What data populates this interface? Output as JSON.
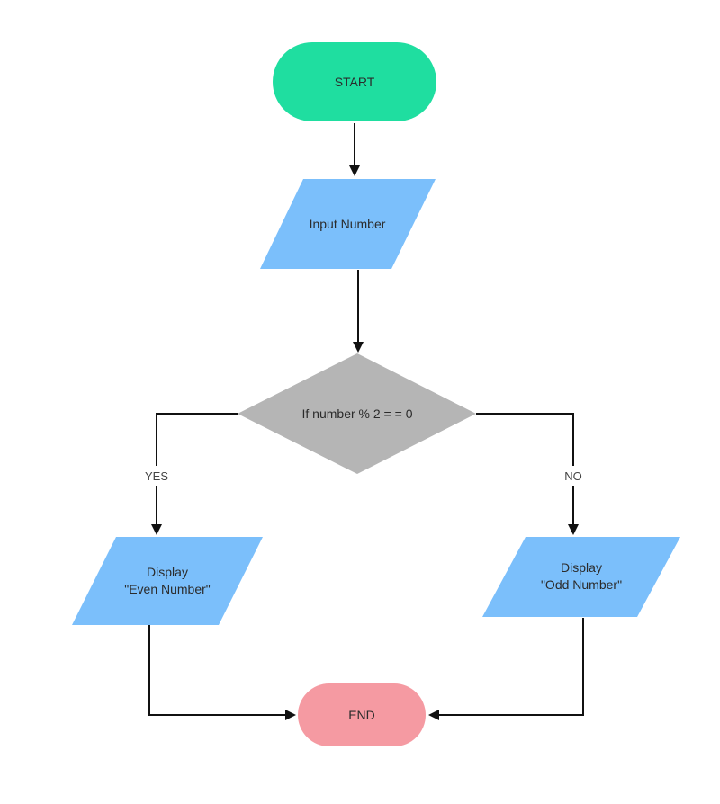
{
  "diagram": {
    "nodes": {
      "start": {
        "label": "START",
        "shape": "terminator",
        "color": "#1FDEA0"
      },
      "input": {
        "label": "Input Number",
        "shape": "parallelogram",
        "color": "#7BBFFB"
      },
      "decision": {
        "label": "If number % 2 = = 0",
        "shape": "diamond",
        "color": "#B5B5B5"
      },
      "display_even": {
        "line1": "Display",
        "line2": "\"Even Number\"",
        "shape": "parallelogram",
        "color": "#7BBFFB"
      },
      "display_odd": {
        "line1": "Display",
        "line2": "\"Odd Number\"",
        "shape": "parallelogram",
        "color": "#7BBFFB"
      },
      "end": {
        "label": "END",
        "shape": "terminator",
        "color": "#F59AA2"
      }
    },
    "edges": {
      "yes_label": "YES",
      "no_label": "NO"
    }
  }
}
